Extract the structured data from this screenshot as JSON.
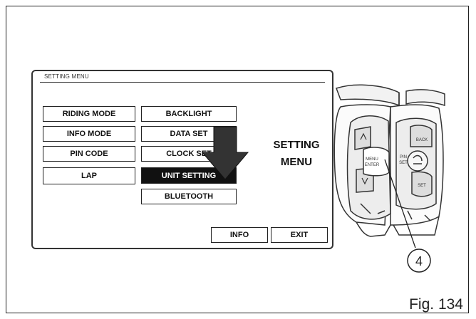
{
  "panel": {
    "title": "SETTING MENU",
    "left_column": [
      "RIDING MODE",
      "INFO MODE",
      "PIN CODE",
      "LAP"
    ],
    "right_column": [
      "BACKLIGHT",
      "DATA SET",
      "CLOCK SET",
      "UNIT SETTING",
      "BLUETOOTH"
    ],
    "selected_item": "UNIT SETTING",
    "info_button": "INFO",
    "exit_button": "EXIT",
    "side_label_line1": "SETTING",
    "side_label_line2": "MENU"
  },
  "switchgear": {
    "left_button_label_line1": "MENU",
    "left_button_label_line2": "ENTER",
    "right_button_label_line1": "PIN",
    "right_button_label_line2": "SET",
    "top_right_label": "BACK",
    "bottom_right_label": "SET",
    "callout_number": "4"
  },
  "caption": "Fig. 134"
}
